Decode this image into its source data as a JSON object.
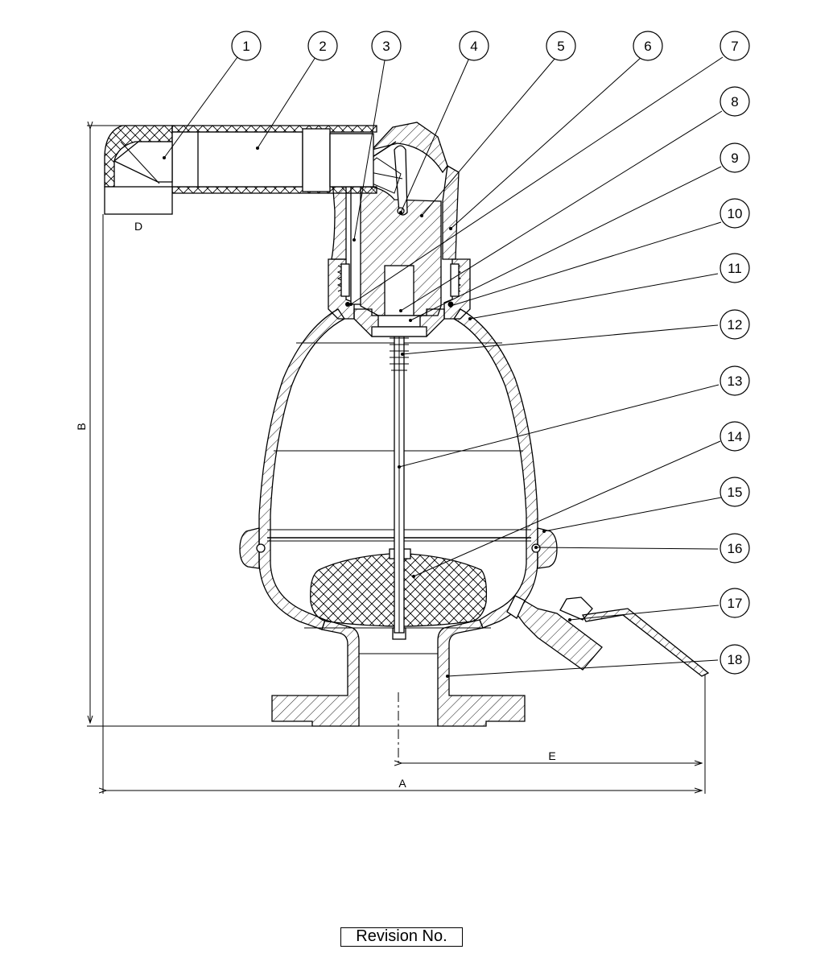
{
  "balloons": [
    "1",
    "2",
    "3",
    "4",
    "5",
    "6",
    "7",
    "8",
    "9",
    "10",
    "11",
    "12",
    "13",
    "14",
    "15",
    "16",
    "17",
    "18"
  ],
  "dimensions": {
    "a": "A",
    "b": "B",
    "e": "E"
  },
  "outlet_label": "D",
  "revision": "Revision No."
}
